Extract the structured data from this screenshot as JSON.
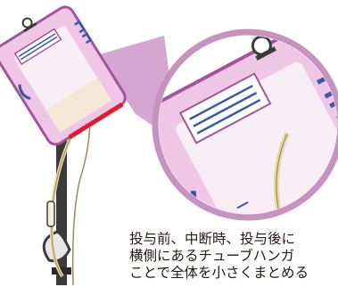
{
  "caption": {
    "line1": "投与前、中断時、投与後に",
    "line2": "横側にあるチューブハンガ",
    "line3": "ことで全体を小さくまとめる"
  },
  "colors": {
    "bag_outline": "#a2559b",
    "bag_fill": "#efc6e6",
    "bag_panel": "#f9eef6",
    "hanger_blue": "#3a59a6",
    "tube": "#e9d7a4",
    "clamp_red": "#e3192f",
    "pole": "#3b3b3b",
    "magnifier": "#c692c0"
  }
}
